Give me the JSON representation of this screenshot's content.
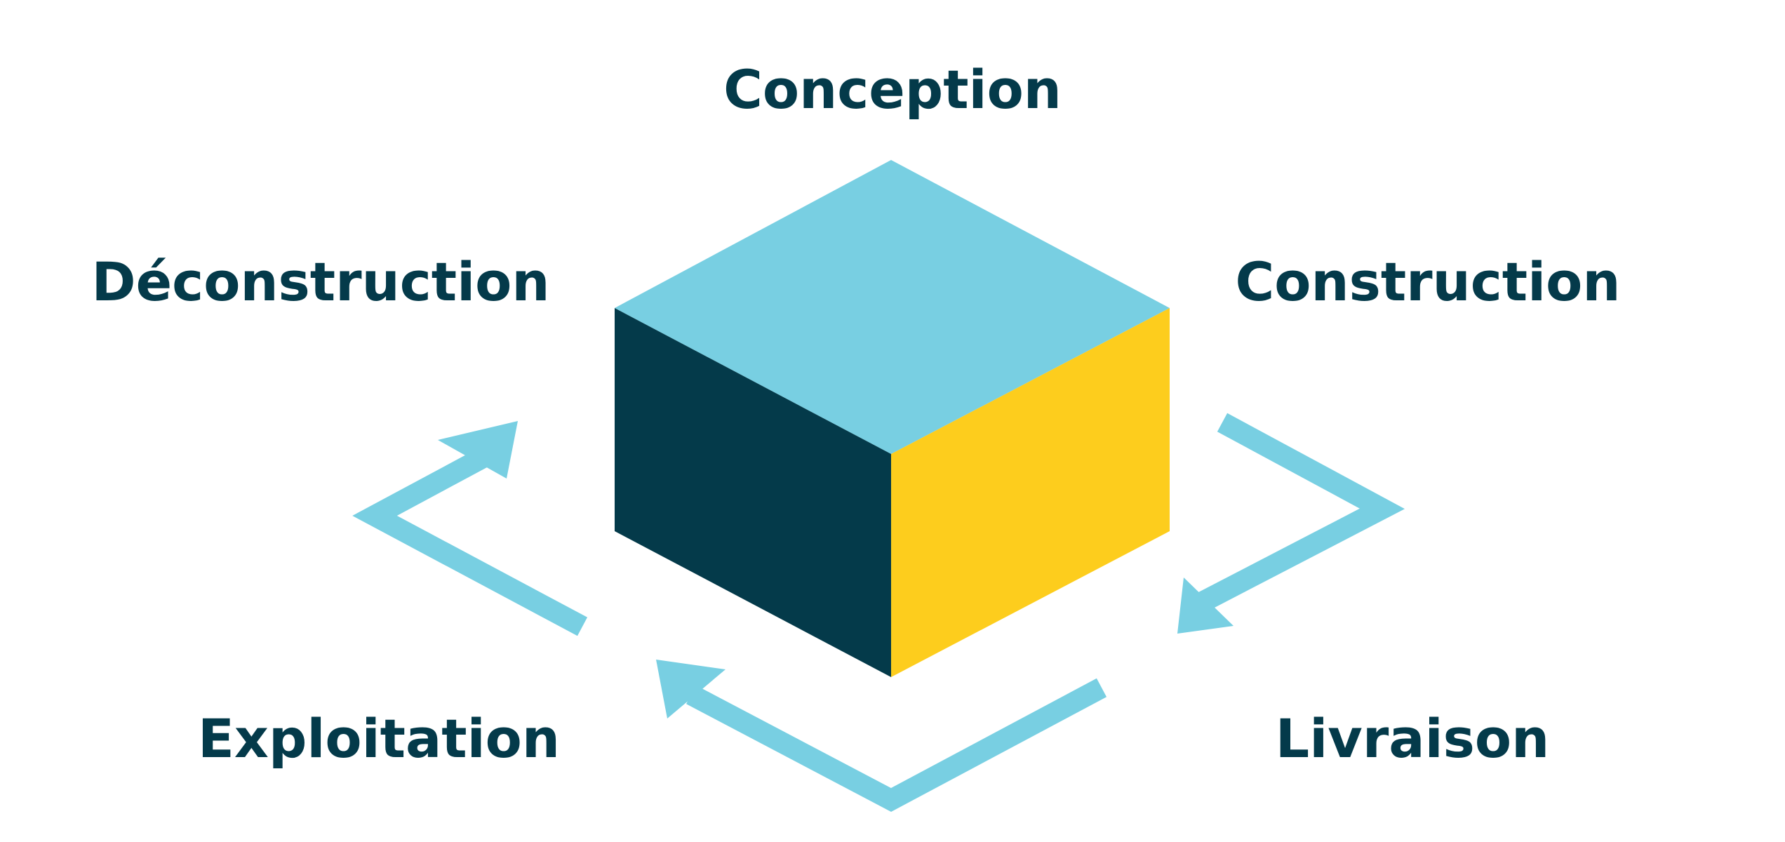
{
  "labels": {
    "conception": "Conception",
    "construction": "Construction",
    "livraison": "Livraison",
    "exploitation": "Exploitation",
    "deconstruction": "Déconstruction"
  },
  "colors": {
    "text": "#043a4a",
    "cube_top": "#78cfe2",
    "cube_left": "#043a4a",
    "cube_right": "#fdcd1d",
    "arrow": "#78cfe2"
  },
  "icons": {
    "cube": "isometric-cube-icon",
    "arrows": [
      "cycle-arrow-icon",
      "cycle-arrow-icon",
      "cycle-arrow-icon"
    ]
  }
}
